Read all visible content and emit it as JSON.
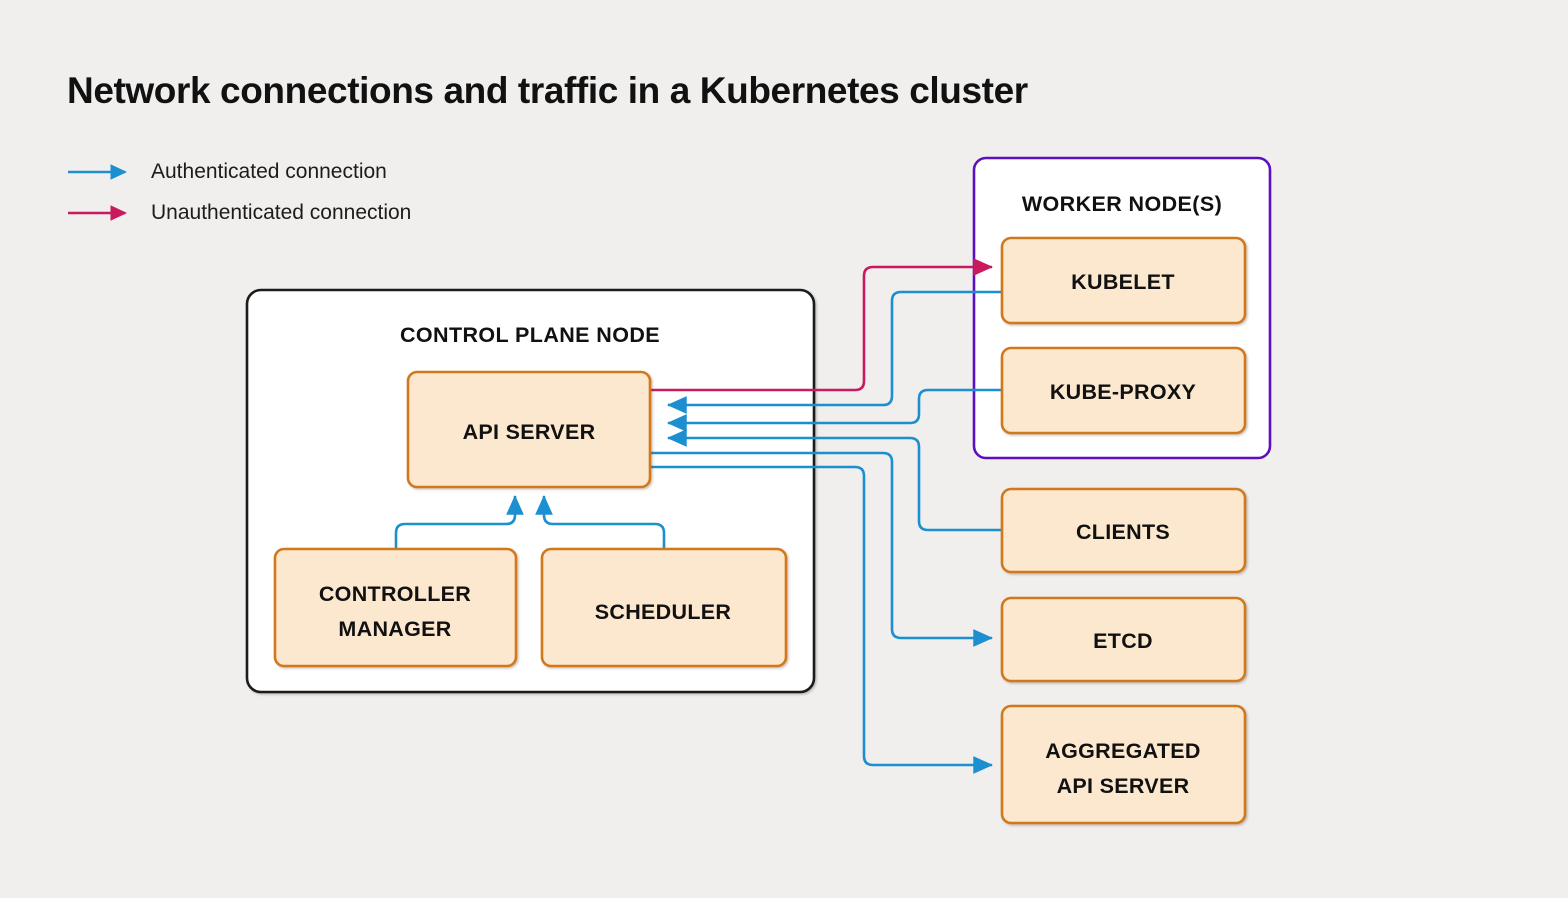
{
  "title": "Network connections and traffic in a Kubernetes cluster",
  "legend": {
    "items": [
      {
        "label": "Authenticated connection",
        "color": "#1c8fd0",
        "icon": "arrow-right-icon"
      },
      {
        "label": "Unauthenticated connection",
        "color": "#c9195f",
        "icon": "arrow-right-icon"
      }
    ]
  },
  "colors": {
    "page_background": "#f0efee",
    "node_fill": "#fce8cf",
    "node_border": "#d2781a",
    "control_plane_border": "#1a1a1a",
    "control_plane_fill": "#ffffff",
    "worker_node_border": "#5b0fc0",
    "worker_node_fill": "#ffffff",
    "authenticated": "#1c8fd0",
    "unauthenticated": "#c9195f",
    "text": "#111111"
  },
  "groups": {
    "control_plane": {
      "title": "CONTROL PLANE NODE"
    },
    "worker_node": {
      "title": "WORKER NODE(S)"
    }
  },
  "nodes": {
    "api_server": "API SERVER",
    "controller_manager_line1": "CONTROLLER",
    "controller_manager_line2": "MANAGER",
    "scheduler": "SCHEDULER",
    "kubelet": "KUBELET",
    "kube_proxy": "KUBE-PROXY",
    "clients": "CLIENTS",
    "etcd": "ETCD",
    "aggregated_api_line1": "AGGREGATED",
    "aggregated_api_line2": "API SERVER"
  },
  "connections": [
    {
      "from": "api-server",
      "to": "kubelet",
      "type": "unauthenticated"
    },
    {
      "from": "kubelet",
      "to": "api-server",
      "type": "authenticated"
    },
    {
      "from": "kube-proxy",
      "to": "api-server",
      "type": "authenticated"
    },
    {
      "from": "clients",
      "to": "api-server",
      "type": "authenticated"
    },
    {
      "from": "api-server",
      "to": "etcd",
      "type": "authenticated"
    },
    {
      "from": "api-server",
      "to": "aggregated-api-server",
      "type": "authenticated"
    },
    {
      "from": "controller-manager",
      "to": "api-server",
      "type": "authenticated"
    },
    {
      "from": "scheduler",
      "to": "api-server",
      "type": "authenticated"
    }
  ]
}
